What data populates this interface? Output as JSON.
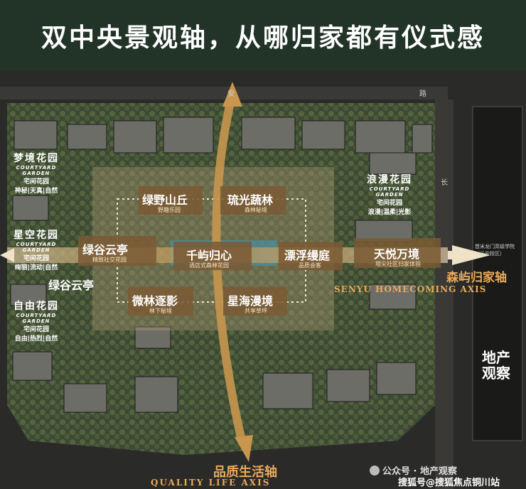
{
  "title": "双中央景观轴，从哪归家都有仪式感",
  "gardens": {
    "dream": {
      "name": "梦境花园",
      "en": "COURTYARD GARDEN",
      "sub": "宅间花园",
      "tags": "神秘|天真|自然"
    },
    "romantic": {
      "name": "浪漫花园",
      "en": "COURTYARD GARDEN",
      "sub": "宅间花园",
      "tags": "浪漫|温柔|光影"
    },
    "starry": {
      "name": "星空花园",
      "en": "COURTYARD GARDEN",
      "sub": "宅间花园",
      "tags": "绚丽|流动|自然"
    },
    "freedom": {
      "name": "自由花园",
      "en": "COURTYARD GARDEN",
      "sub": "宅间花园",
      "tags": "自由|热烈|自然"
    }
  },
  "nodes": {
    "lvye": {
      "name": "绿野山丘",
      "sub": "野趣乐园"
    },
    "liuguang": {
      "name": "琉光蔬林",
      "sub": "森林秘境"
    },
    "lvgu_top": {
      "name": "绿谷云亭",
      "sub": "精致社交花园"
    },
    "qianyu": {
      "name": "千屿归心",
      "sub": "酒店式森林花园"
    },
    "piaofu": {
      "name": "漂浮缦庭",
      "sub": "品质会客"
    },
    "tianyue": {
      "name": "天悦万境",
      "sub": "塔尖社区归家体验"
    },
    "lvgu_bottom": {
      "name": "绿谷云亭"
    },
    "weilin": {
      "name": "微林逐影",
      "sub": "林下秘境"
    },
    "xinghai": {
      "name": "星海漫境",
      "sub": "共享草坪"
    }
  },
  "axes": {
    "homecoming_cn": "森屿归家轴",
    "homecoming_en": "SENYU HOMECOMING AXIS",
    "quality_cn": "品质生活轴",
    "quality_en": "QUALITY LIFE AXIS"
  },
  "road_labels": {
    "top": "安",
    "top_right": "路",
    "right": "长"
  },
  "school_note": "晋米龙门高级学院\n（长安校区）",
  "brand_stamp": "地产\n观察",
  "watermark_public": "公众号 · 地产观察",
  "watermark_sohu": "搜狐号@搜狐焦点铜川站",
  "colors": {
    "banner": "#223428",
    "axis": "#c8964e",
    "axis_text": "#e9a95a"
  }
}
